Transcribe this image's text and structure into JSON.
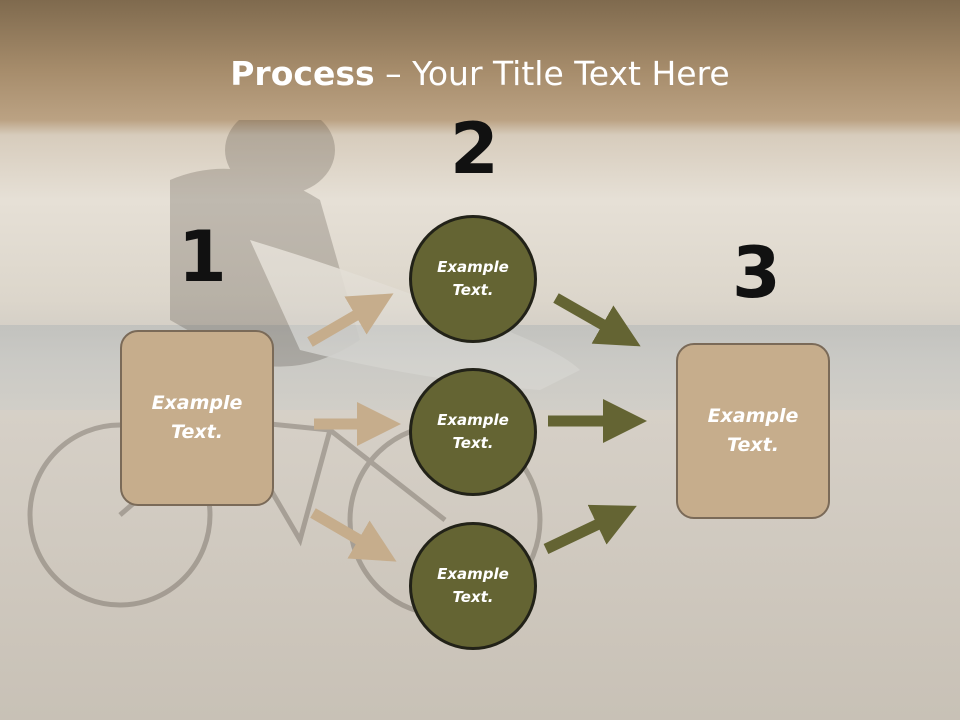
{
  "title": {
    "bold": "Process",
    "rest": " – Your Title Text Here"
  },
  "steps": [
    {
      "number": "1",
      "text_line1": "Example",
      "text_line2": "Text."
    },
    {
      "number": "2"
    },
    {
      "number": "3",
      "text_line1": "Example",
      "text_line2": "Text."
    }
  ],
  "circles": [
    {
      "line1": "Example",
      "line2": "Text."
    },
    {
      "line1": "Example",
      "line2": "Text."
    },
    {
      "line1": "Example",
      "line2": "Text."
    }
  ],
  "colors": {
    "box_fill": "#c6ad8c",
    "circle_fill": "#646433",
    "arrow_tan": "#c6ad8c",
    "arrow_olive": "#646433"
  }
}
